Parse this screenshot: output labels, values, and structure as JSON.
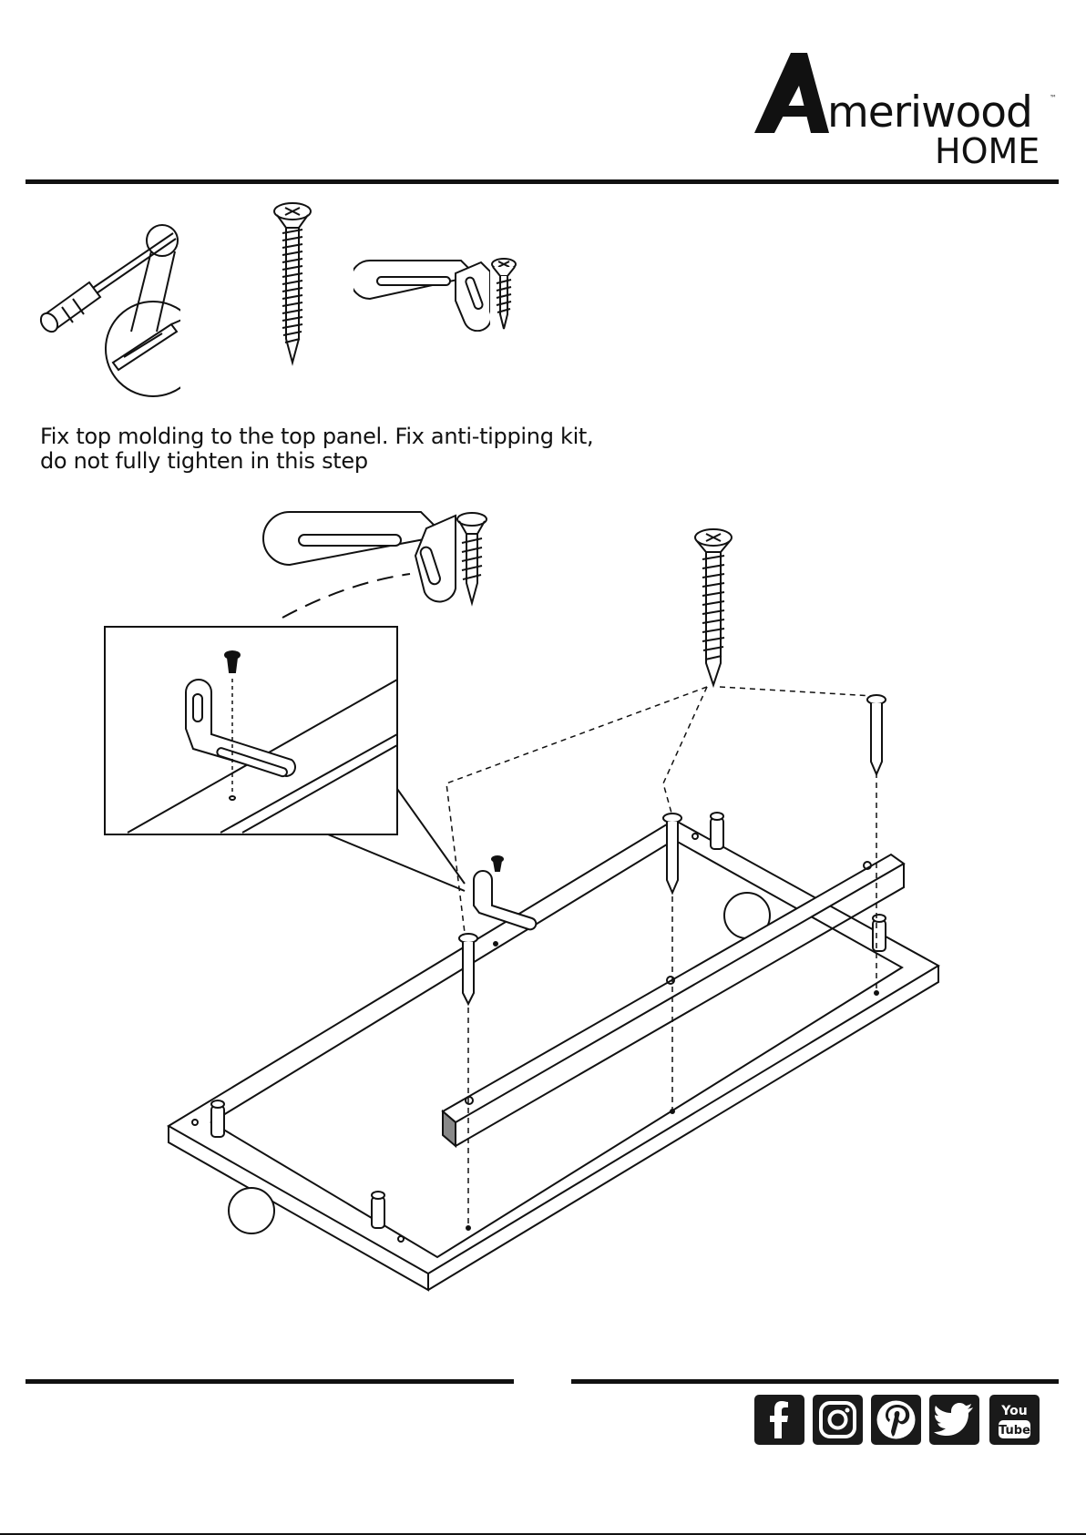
{
  "header": {
    "brand_word": "meriwood",
    "brand_sub": "HOME",
    "trademark": "™"
  },
  "instructions": {
    "line1": "Fix top molding to the top panel. Fix anti-tipping kit,",
    "line2": "do not fully tighten in this step"
  },
  "hardware_icons": [
    "screwdriver-icon",
    "long-screw-icon",
    "anti-tip-bracket-icon",
    "short-screw-icon"
  ],
  "social": [
    "facebook-icon",
    "instagram-icon",
    "pinterest-icon",
    "twitter-icon",
    "youtube-icon"
  ],
  "youtube_label": {
    "line1": "You",
    "line2": "Tube"
  }
}
